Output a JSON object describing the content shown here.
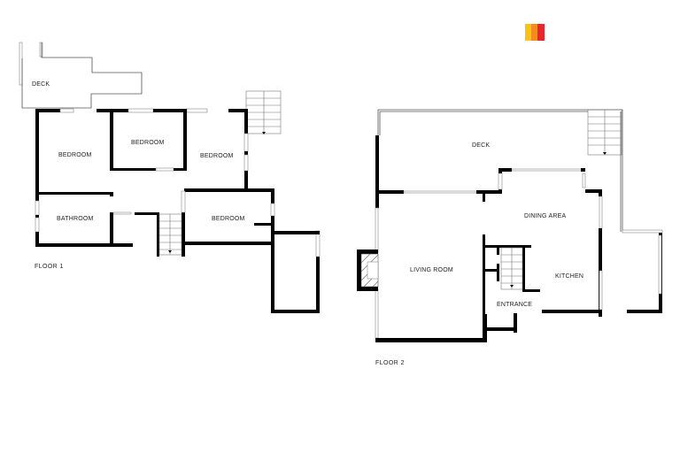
{
  "logo": {
    "colors": [
      "#f7c21a",
      "#f28c1c",
      "#e8262d"
    ]
  },
  "floor1": {
    "label": "FLOOR 1",
    "rooms": {
      "deck": "DECK",
      "bedroom_a": "BEDROOM",
      "bedroom_b": "BEDROOM",
      "bedroom_c": "BEDROOM",
      "bathroom": "BATHROOM",
      "bedroom_d": "BEDROOM"
    }
  },
  "floor2": {
    "label": "FLOOR 2",
    "rooms": {
      "deck": "DECK",
      "dining": "DINING AREA",
      "living": "LIVING ROOM",
      "kitchen": "KITCHEN",
      "entrance": "ENTRANCE"
    }
  }
}
